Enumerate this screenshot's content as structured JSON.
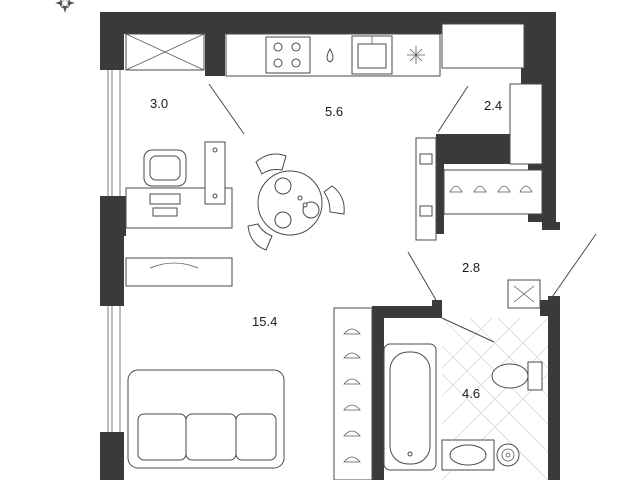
{
  "rooms": [
    {
      "id": "workspace",
      "area": "3.0"
    },
    {
      "id": "kitchen",
      "area": "5.6"
    },
    {
      "id": "storage",
      "area": "2.4"
    },
    {
      "id": "hallway",
      "area": "2.8"
    },
    {
      "id": "living-room",
      "area": "15.4"
    },
    {
      "id": "bathroom",
      "area": "4.6"
    }
  ],
  "icons": {
    "compass": "compass-icon",
    "sink": "kitchen-sink-icon",
    "stove": "stove-icon",
    "fridge": "snowflake-icon"
  },
  "colors": {
    "wall": "#3a3a3c",
    "background": "#ffffff",
    "tile": "#d9d9d9"
  }
}
